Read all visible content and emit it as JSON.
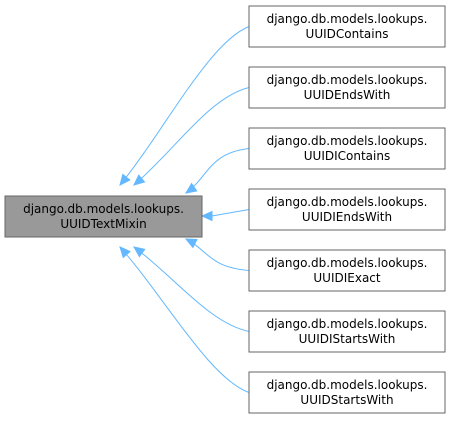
{
  "diagram": {
    "base_class": {
      "line1": "django.db.models.lookups.",
      "line2": "UUIDTextMixin"
    },
    "derived_classes": [
      {
        "line1": "django.db.models.lookups.",
        "line2": "UUIDContains"
      },
      {
        "line1": "django.db.models.lookups.",
        "line2": "UUIDEndsWith"
      },
      {
        "line1": "django.db.models.lookups.",
        "line2": "UUIDIContains"
      },
      {
        "line1": "django.db.models.lookups.",
        "line2": "UUIDIEndsWith"
      },
      {
        "line1": "django.db.models.lookups.",
        "line2": "UUIDIExact"
      },
      {
        "line1": "django.db.models.lookups.",
        "line2": "UUIDIStartsWith"
      },
      {
        "line1": "django.db.models.lookups.",
        "line2": "UUIDStartsWith"
      }
    ],
    "colors": {
      "edge": "#63b8ff",
      "base_fill": "#999999",
      "node_border": "#666666"
    }
  }
}
